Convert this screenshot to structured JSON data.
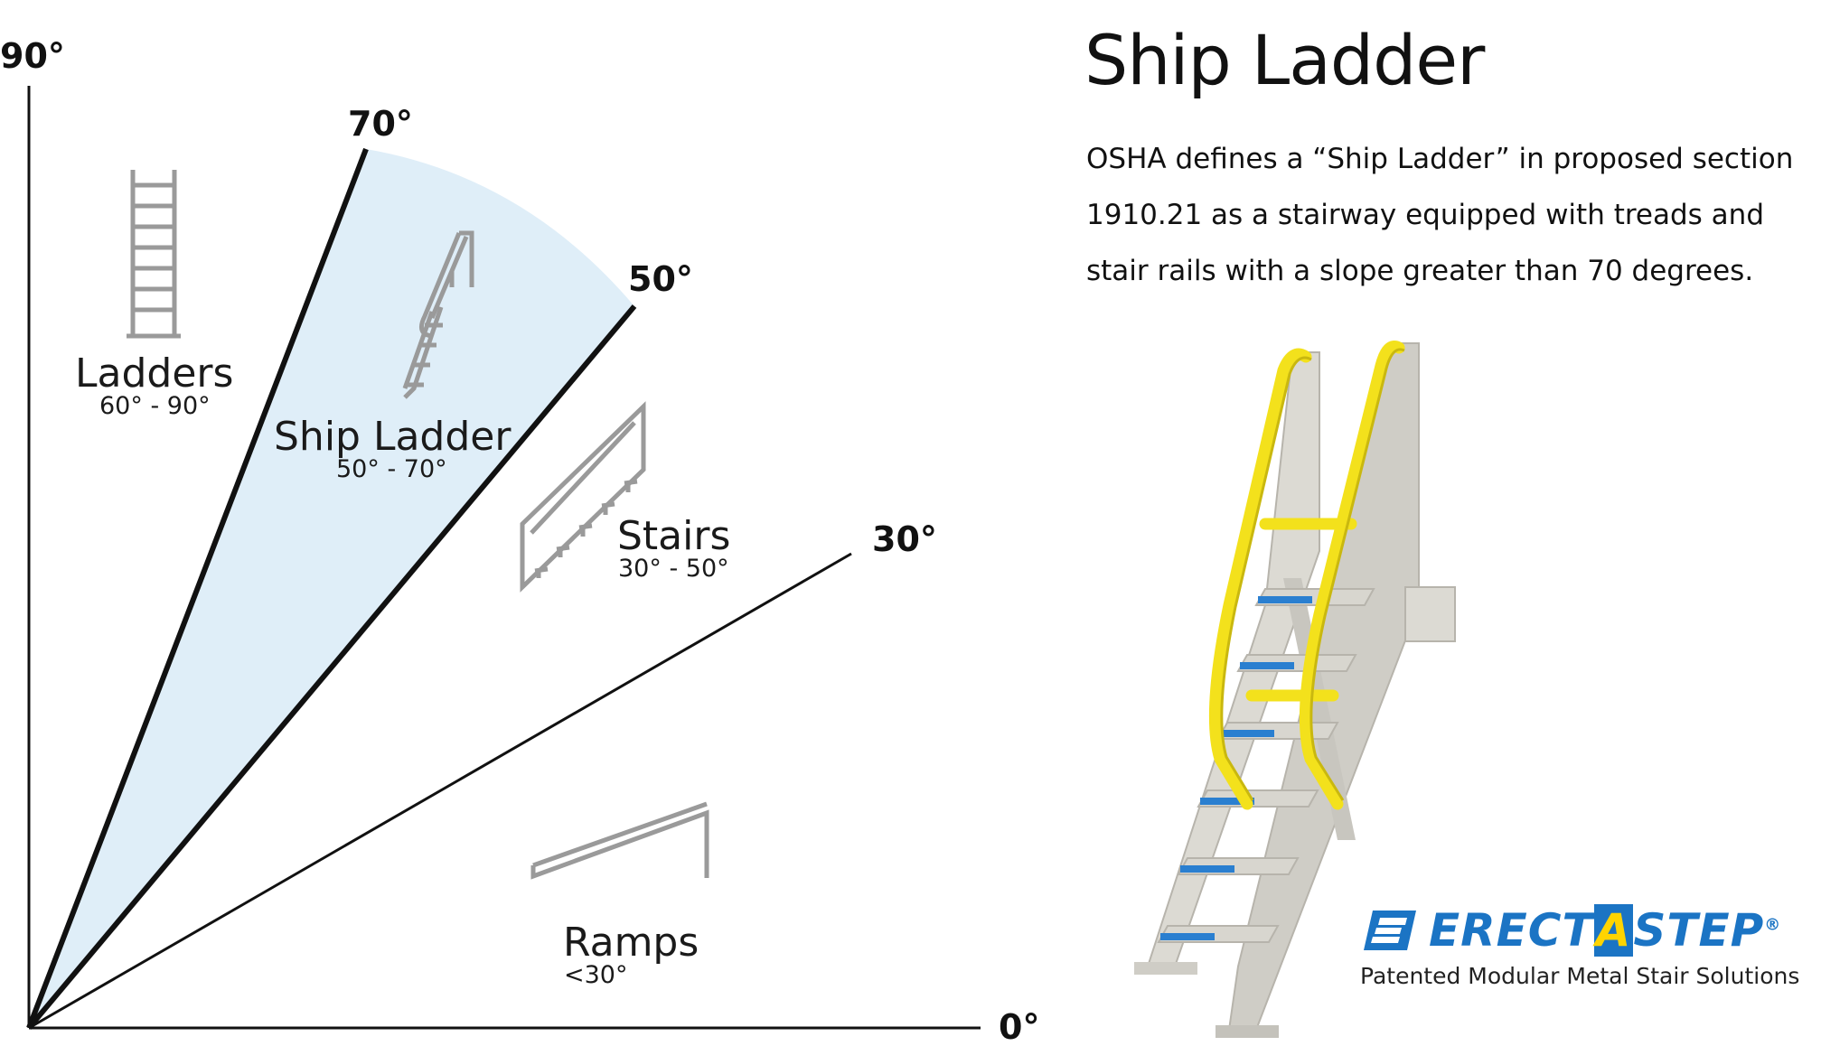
{
  "heading": "Ship Ladder",
  "description": "OSHA defines a “Ship Ladder” in proposed section 1910.21 as a stairway equipped with treads and stair rails with a slope greater than  70 degrees.",
  "angles": {
    "a90": "90°",
    "a70": "70°",
    "a50": "50°",
    "a30": "30°",
    "a0": "0°"
  },
  "categories": {
    "ladders": {
      "name": "Ladders",
      "range": "60° - 90°"
    },
    "ship_ladder": {
      "name": "Ship Ladder",
      "range": "50° - 70°"
    },
    "stairs": {
      "name": "Stairs",
      "range": "30° - 50°"
    },
    "ramps": {
      "name": "Ramps",
      "range": "<30°"
    }
  },
  "brand": {
    "name_part1": "ERECT",
    "name_part2": "A",
    "name_part3": "STEP",
    "registered": "®",
    "tagline": "Patented Modular Metal Stair Solutions",
    "icon": "erectastep-logo-icon"
  },
  "colors": {
    "highlight_wedge": "#dfeef8",
    "pictogram": "#9a9a9a",
    "brand_blue": "#1b74c4",
    "rail_yellow": "#f3e11c"
  }
}
